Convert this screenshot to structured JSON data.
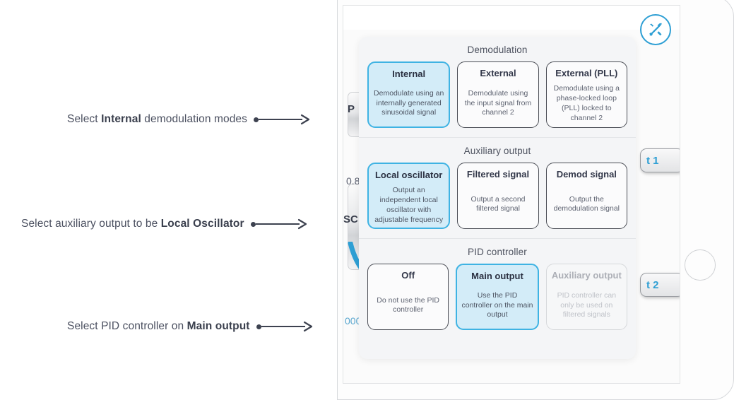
{
  "annotations": [
    {
      "id": "annot-internal",
      "prefix": "Select ",
      "bold": "Internal",
      "suffix": " demodulation modes"
    },
    {
      "id": "annot-local-oscillator",
      "prefix": "Select auxiliary output to be ",
      "bold": "Local Oscillator",
      "suffix": ""
    },
    {
      "id": "annot-main-output",
      "prefix": "Select PID controller on ",
      "bold": "Main output",
      "suffix": ""
    }
  ],
  "device": {
    "home_button": "home-button",
    "background": {
      "labels": {
        "knob_label": "P",
        "osc_label": "SC"
      },
      "numbers": {
        "value_1": "0.8",
        "value_2": "000"
      },
      "tabs": [
        {
          "label": "t 1"
        },
        {
          "label": "t 2"
        }
      ]
    }
  },
  "overlay": {
    "tools_icon": "tools-icon",
    "sections": [
      {
        "title": "Demodulation",
        "options": [
          {
            "label": "Internal",
            "description": "Demodulate using an internally generated sinusoidal signal",
            "state": "selected"
          },
          {
            "label": "External",
            "description": "Demodulate using the input signal from channel 2",
            "state": "normal"
          },
          {
            "label": "External (PLL)",
            "description": "Demodulate using a phase-locked loop (PLL) locked to channel 2",
            "state": "normal"
          }
        ]
      },
      {
        "title": "Auxiliary output",
        "options": [
          {
            "label": "Local oscillator",
            "description": "Output an independent local oscillator with adjustable frequency",
            "state": "selected"
          },
          {
            "label": "Filtered signal",
            "description": "Output a second filtered signal",
            "state": "normal"
          },
          {
            "label": "Demod signal",
            "description": "Output the demodulation signal",
            "state": "normal"
          }
        ]
      },
      {
        "title": "PID controller",
        "options": [
          {
            "label": "Off",
            "description": "Do not use the PID controller",
            "state": "normal"
          },
          {
            "label": "Main output",
            "description": "Use the PID controller on the main output",
            "state": "selected"
          },
          {
            "label": "Auxiliary output",
            "description": "PID controller can only be used on filtered signals",
            "state": "disabled"
          }
        ]
      }
    ]
  },
  "colors": {
    "accent_blue": "#3fb3e3",
    "selected_fill": "#d3ecf8",
    "text_dark": "#33384a",
    "text_muted": "#5e6371",
    "disabled_text": "#acafb6",
    "annotation_text": "#4b5060",
    "connector": "#3d4250",
    "tab_blue": "#2e9fd4"
  }
}
